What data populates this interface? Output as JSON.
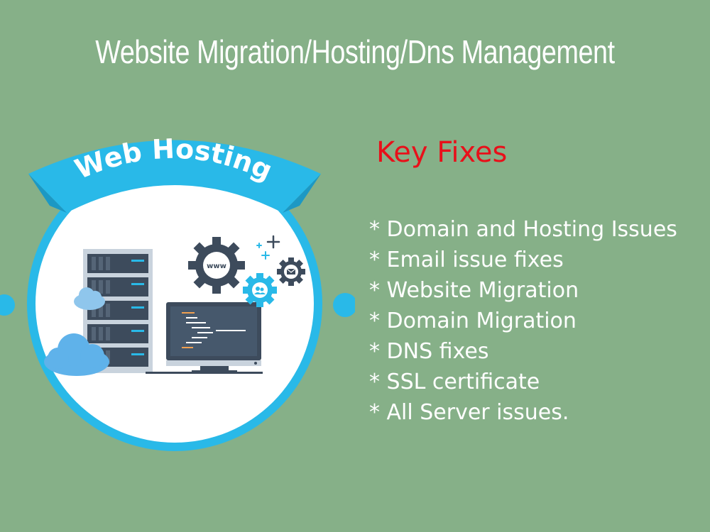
{
  "header": {
    "title": "Website Migration/Hosting/Dns Management"
  },
  "illustration": {
    "banner_text": "Web Hosting",
    "gear_label": "www",
    "icons": [
      "server-rack-icon",
      "cloud-icon",
      "gear-icon",
      "email-icon",
      "user-group-icon",
      "monitor-icon",
      "plus-icon"
    ]
  },
  "key_fixes": {
    "heading": "Key Fixes",
    "items": [
      "* Domain and Hosting Issues",
      "* Email issue fixes",
      "* Website Migration",
      "* Domain Migration",
      "* DNS fixes",
      "* SSL certificate",
      "* All Server issues."
    ]
  },
  "colors": {
    "background": "#86b088",
    "accent_blue": "#29b9e8",
    "heading_red": "#e8101a",
    "text_white": "#ffffff"
  }
}
